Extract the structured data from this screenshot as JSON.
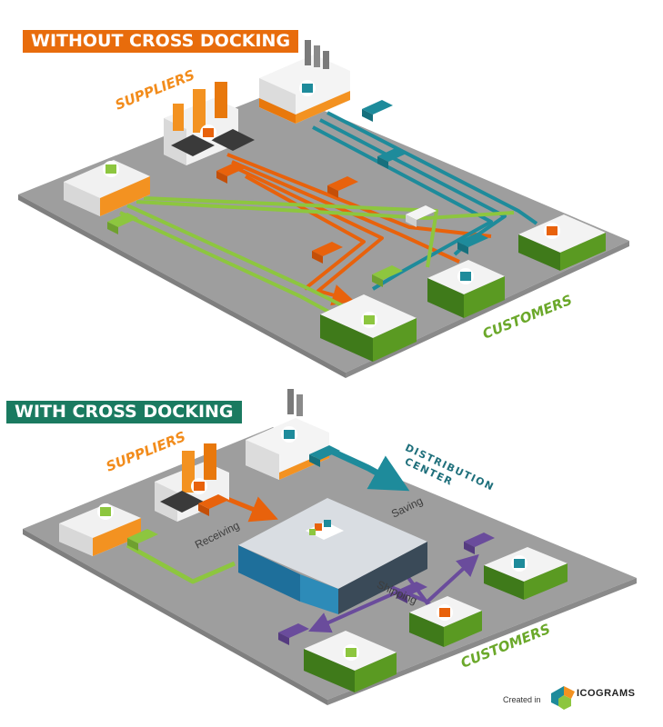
{
  "sections": [
    {
      "banner": "WITHOUT CROSS DOCKING",
      "banner_color": "#e86c0c",
      "suppliers_label": "SUPPLIERS",
      "customers_label": "CUSTOMERS"
    },
    {
      "banner": "WITH CROSS DOCKING",
      "banner_color": "#1a7a60",
      "suppliers_label": "SUPPLIERS",
      "customers_label": "CUSTOMERS",
      "distribution_center_line1": "DISTRIBUTION",
      "distribution_center_line2": "CENTER",
      "receiving_label": "Receiving",
      "saving_label": "Saving",
      "shipping_label": "Shipping"
    }
  ],
  "footer": {
    "created_in": "Created in",
    "brand": "ICOGRAMS"
  },
  "colors": {
    "orange": "#e8620c",
    "teal": "#1e8b9b",
    "green": "#8dc63f",
    "purple": "#6a4c9c",
    "floor": "#9e9e9e",
    "floor_edge": "#7a7a7a",
    "customers_text": "#6ba82a",
    "suppliers_text": "#f28c1c",
    "distribution_text": "#1e6f7b"
  },
  "icons": [
    "factory-icon",
    "warehouse-icon",
    "store-icon",
    "truck-icon",
    "parcel-icon",
    "icograms-logo-icon"
  ]
}
